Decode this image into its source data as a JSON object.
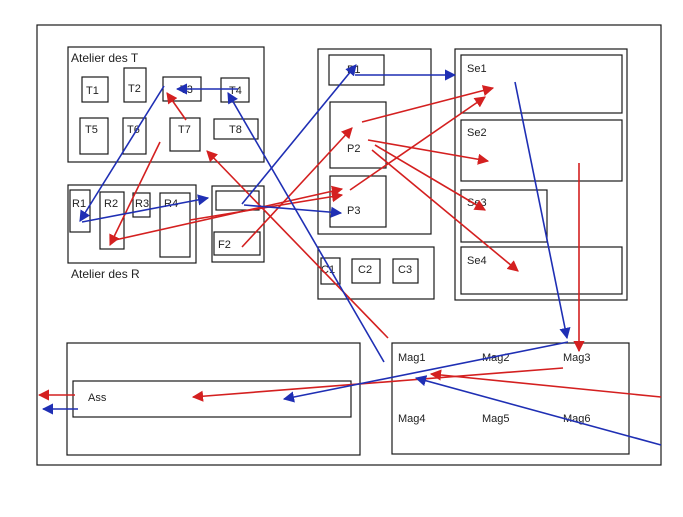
{
  "colors": {
    "red": "#d42020",
    "blue": "#1f2fb4",
    "line": "#1a1a1a"
  },
  "workshops": {
    "atelier_t": "Atelier des T",
    "atelier_r": "Atelier des R"
  },
  "t_cells": [
    "T1",
    "T2",
    "T3",
    "T4",
    "T5",
    "T6",
    "T7",
    "T8"
  ],
  "r_cells": [
    "R1",
    "R2",
    "R3",
    "R4"
  ],
  "f_cells": [
    "F2"
  ],
  "p_cells": [
    "P1",
    "P2",
    "P3"
  ],
  "c_cells": [
    "C1",
    "C2",
    "C3"
  ],
  "se_cells": [
    "Se1",
    "Se2",
    "Se3",
    "Se4"
  ],
  "mag_cells": [
    "Mag1",
    "Mag2",
    "Mag3",
    "Mag4",
    "Mag5",
    "Mag6"
  ],
  "assembly": "Ass"
}
